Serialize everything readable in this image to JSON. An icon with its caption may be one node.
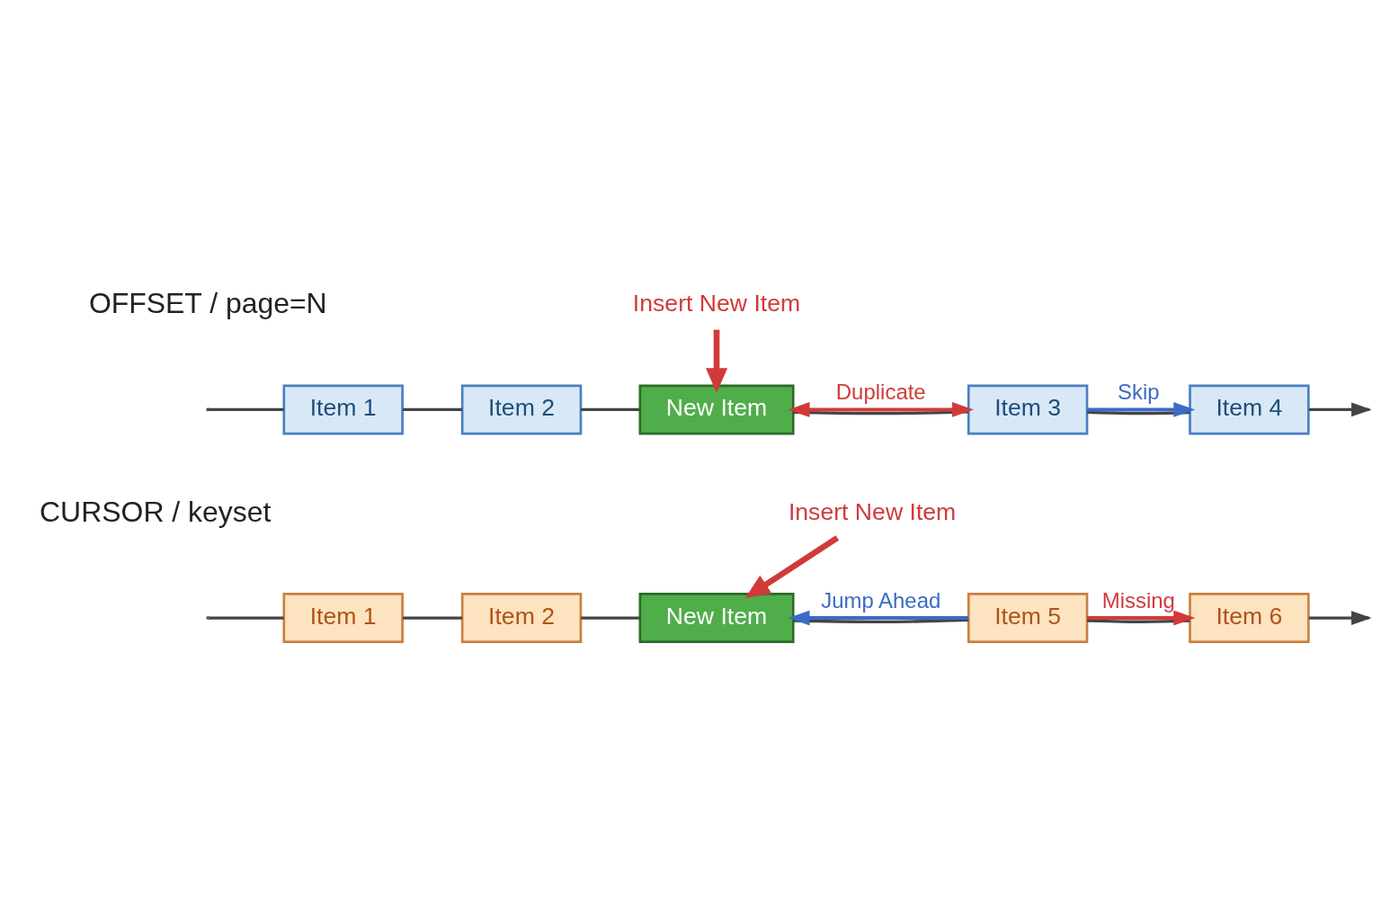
{
  "diagram": {
    "nodes": [
      {
        "text": [
          "Item 1"
        ]
      },
      {
        "text": [
          "Item 2"
        ]
      },
      {
        "text": [
          "New Item"
        ]
      },
      {
        "text": [
          "Item 3"
        ]
      },
      {
        "text": [
          "Item 4"
        ]
      },
      {
        "text": [
          "Insert New Item"
        ]
      },
      {
        "text": [
          "Item 1"
        ]
      },
      {
        "text": [
          "Item 2"
        ]
      },
      {
        "text": [
          "New Item"
        ]
      },
      {
        "text": [
          "Item 5"
        ]
      },
      {
        "text": [
          "Item 6"
        ]
      },
      {
        "text": [
          "Insert New Item"
        ]
      }
    ],
    "edges": [
      {
        "from": null,
        "to": 0,
        "arrow": "none"
      },
      {
        "from": 0,
        "to": 1,
        "arrow": "none"
      },
      {
        "from": 1,
        "to": 2,
        "arrow": "none"
      },
      {
        "from": 2,
        "to": 3,
        "arrow": "none"
      },
      {
        "from": 3,
        "to": 4,
        "arrow": "none"
      },
      {
        "from": 4,
        "to": null,
        "arrow": "to"
      },
      {
        "from": 5,
        "to": 2,
        "arrow": "to",
        "style": "thick",
        "color": "#d13a3a"
      },
      {
        "from": 2,
        "to": 3,
        "arrow": "both",
        "label": "Duplicate",
        "color": "#d13a3a"
      },
      {
        "from": 3,
        "to": 4,
        "arrow": "to",
        "label": "Skip",
        "color": "#3b6bc4"
      },
      {
        "from": null,
        "to": 6,
        "arrow": "none"
      },
      {
        "from": 6,
        "to": 7,
        "arrow": "none"
      },
      {
        "from": 7,
        "to": 8,
        "arrow": "none"
      },
      {
        "from": 8,
        "to": 9,
        "arrow": "none"
      },
      {
        "from": 9,
        "to": 10,
        "arrow": "none"
      },
      {
        "from": 10,
        "to": null,
        "arrow": "to"
      },
      {
        "from": 11,
        "to": 8,
        "arrow": "to",
        "style": "thick",
        "color": "#d13a3a"
      },
      {
        "from": 9,
        "to": 8,
        "arrow": "to",
        "label": "Jump Ahead",
        "color": "#3b6bc4"
      },
      {
        "from": 9,
        "to": 10,
        "arrow": "to",
        "label": "Missing",
        "color": "#d13a3a"
      }
    ],
    "labels": [
      "OFFSET / page=N",
      "CURSOR / keyset"
    ]
  }
}
